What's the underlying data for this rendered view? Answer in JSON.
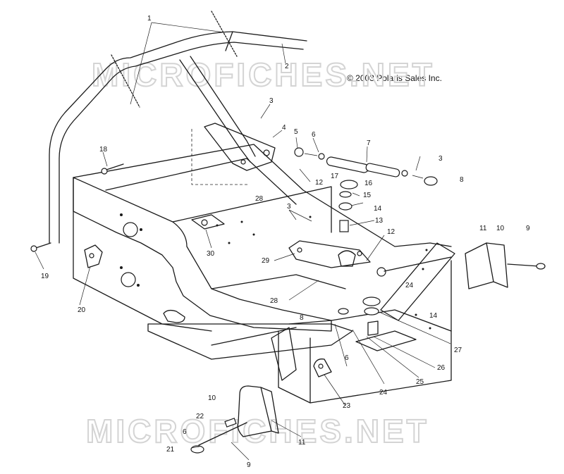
{
  "copyright": "© 2003 Polaris Sales Inc.",
  "watermark": "MICROFICHES.NET",
  "callouts": [
    "1",
    "2",
    "3",
    "4",
    "5",
    "6",
    "7",
    "3",
    "8",
    "18",
    "12",
    "17",
    "16",
    "15",
    "14",
    "13",
    "12",
    "28",
    "3",
    "30",
    "29",
    "11",
    "10",
    "9",
    "19",
    "20",
    "24",
    "28",
    "14",
    "8",
    "27",
    "6",
    "26",
    "25",
    "24",
    "23",
    "10",
    "22",
    "6",
    "11",
    "21",
    "9"
  ]
}
